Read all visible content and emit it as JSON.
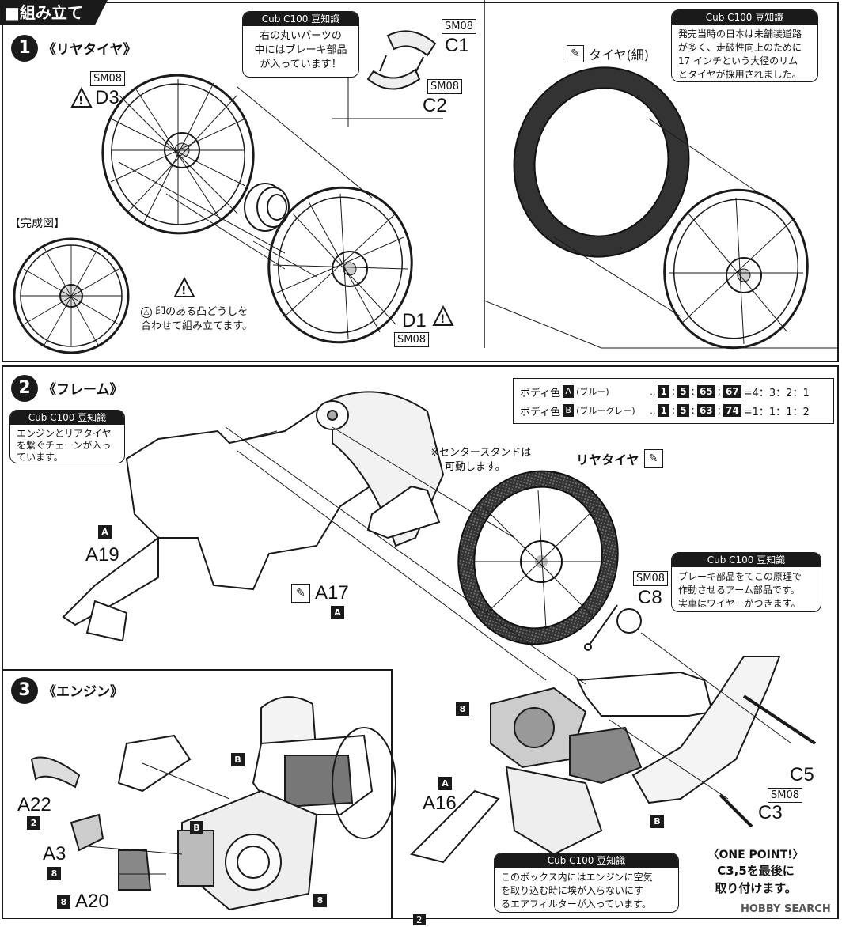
{
  "header": {
    "title": "■組み立て"
  },
  "step1": {
    "number": "1",
    "title": "《リヤタイヤ》",
    "labels": {
      "d3_tag": "SM08",
      "d3": "D3",
      "c1_tag": "SM08",
      "c1": "C1",
      "c2_tag": "SM08",
      "c2": "C2",
      "d1": "D1",
      "d1_tag": "SM08",
      "tire": "タイヤ(細)",
      "completed": "【完成図】",
      "align_note_line1": "印のある凸どうしを",
      "align_note_line2": "合わせて組み立てます。"
    },
    "note_left": {
      "head": "Cub C100 豆知識",
      "body": [
        "右の丸いパーツの",
        "中にはブレーキ部品",
        "が入っています！"
      ]
    },
    "note_right": {
      "head": "Cub C100 豆知識",
      "body": [
        "発売当時の日本は未舗装道路",
        "が多く、走破性向上のために",
        "17 インチという大径のリム",
        "とタイヤが採用されました。"
      ]
    }
  },
  "step2": {
    "number": "2",
    "title": "《フレーム》",
    "colors": [
      {
        "label": "ボディ色",
        "letter": "A",
        "sub": "(ブルー)",
        "chips": [
          "1",
          "5",
          "65",
          "67"
        ],
        "ratio": "=4：3：2：1"
      },
      {
        "label": "ボディ色",
        "letter": "B",
        "sub": "(ブルーグレー)",
        "chips": [
          "1",
          "5",
          "63",
          "74"
        ],
        "ratio": "=1：1：1：2"
      }
    ],
    "note_chain": {
      "head": "Cub C100 豆知識",
      "body": [
        "エンジンとリアタイヤ",
        "を繋ぐチェーンが入っ",
        "ています。"
      ]
    },
    "note_arm": {
      "head": "Cub C100 豆知識",
      "body": [
        "ブレーキ部品をてこの原理で",
        "作動させるアーム部品です。",
        "実車はワイヤーがつきます。"
      ]
    },
    "labels": {
      "center_stand_line1": "※センタースタンドは",
      "center_stand_line2": "可動します。",
      "rear_tire": "リヤタイヤ",
      "a19_sq": "A",
      "a19": "A19",
      "a17": "A17",
      "a17_sq": "A",
      "c8_tag": "SM08",
      "c8": "C8",
      "a16_sq": "A",
      "a16": "A16",
      "b_mark": "B",
      "eight_mark": "8",
      "c5": "C5",
      "c3_tag": "SM08",
      "c3": "C3"
    }
  },
  "step3": {
    "number": "3",
    "title": "《エンジン》",
    "labels": {
      "a22": "A22",
      "a22_sq": "2",
      "a3": "A3",
      "a3_sq": "8",
      "a20_sq": "8",
      "a20": "A20",
      "b1": "B",
      "b2": "B",
      "eight": "8"
    },
    "note_airbox": {
      "head": "Cub C100 豆知識",
      "body": [
        "このボックス内にはエンジンに空気",
        "を取り込む時に埃が入らないにす",
        "るエアフィルターが入っています。"
      ]
    }
  },
  "one_point": {
    "title": "〈ONE POINT!〉",
    "body": [
      "C3,5を最後に",
      "取り付けます。"
    ]
  },
  "watermark": "HOBBY SEARCH",
  "page_number": "2"
}
